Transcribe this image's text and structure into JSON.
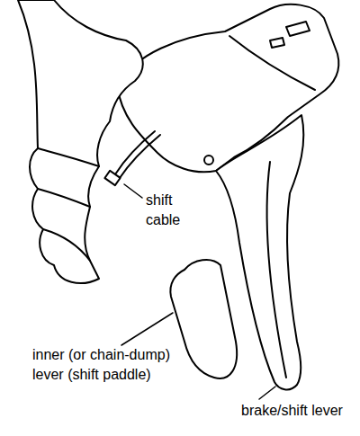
{
  "diagram": {
    "labels": [
      "shift cable",
      "inner (or chain-dump) lever (shift paddle)",
      "brake/shift lever"
    ]
  }
}
